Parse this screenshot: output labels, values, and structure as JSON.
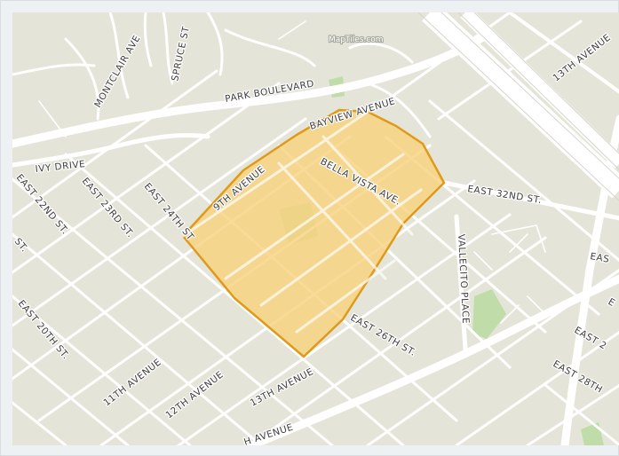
{
  "map": {
    "attribution": "MapTiles.com",
    "streets": {
      "montclair": "MONTCLAIR AVE",
      "spruce": "SPRUCE ST",
      "park_blvd": "PARK BOULEVARD",
      "thirteenth_ave_ne": "13TH AVENUE",
      "ivy": "IVY DRIVE",
      "bayview": "BAYVIEW AVENUE",
      "bella_vista": "BELLA VISTA AVE.",
      "ninth_ave": "9TH AVENUE",
      "east_32nd": "EAST 32ND ST.",
      "east_22nd": "EAST 22ND ST.",
      "east_23rd": "EAST 23RD ST.",
      "east_24th": "EAST 24TH ST",
      "east_21st": "ST.",
      "east_20th": "EAST 20TH ST.",
      "vallecito": "VALLECITO PLACE",
      "east_26th": "EAST 26TH ST.",
      "eas_right": "EAS",
      "east_2x": "EAST 2",
      "east_28th": "EAST 28TH",
      "eleventh_ave": "11TH AVENUE",
      "twelfth_ave": "12TH AVENUE",
      "thirteenth_ave": "13TH AVENUE",
      "bottom_ave": "H AVENUE",
      "e_right": "E"
    },
    "colors": {
      "land": "#e4e5d8",
      "road": "#ffffff",
      "park": "#bfdca9",
      "boundary_fill": "#f8d27f",
      "boundary_stroke": "#e09a1a"
    }
  }
}
